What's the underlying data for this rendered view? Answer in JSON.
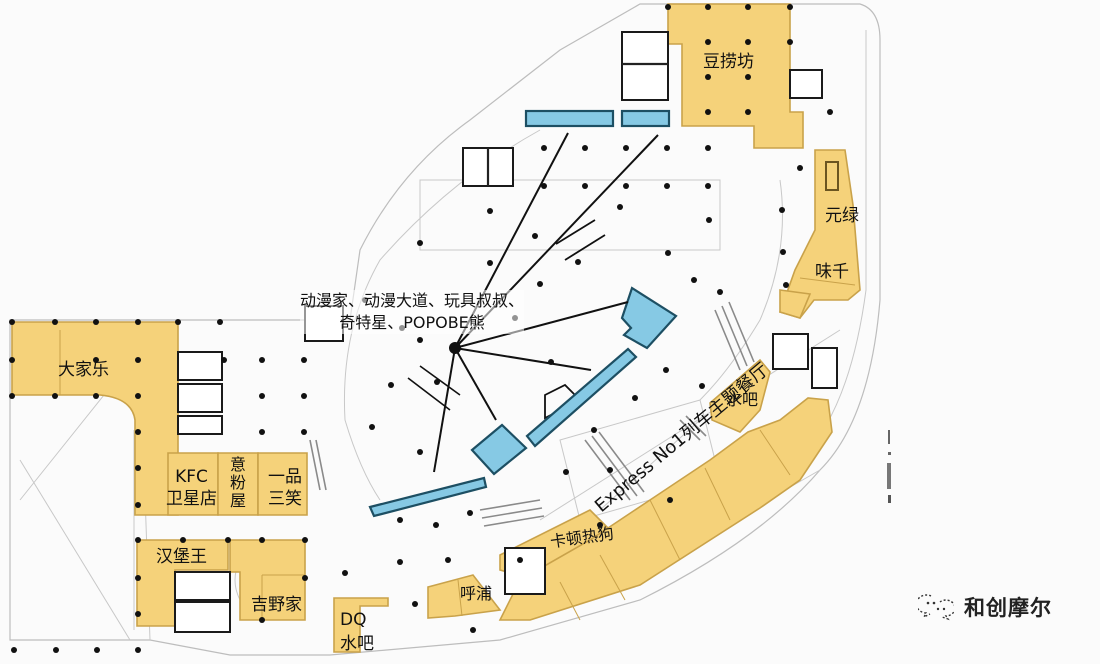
{
  "map": {
    "type": "shopping mall floor plan",
    "colors": {
      "anchor_store_fill": "#f5d27a",
      "anchor_store_stroke": "#c9a24a",
      "kiosk_fill": "#86c9e4",
      "kiosk_stroke": "#1d4f63",
      "background": "#fbfbfb"
    },
    "annotation": {
      "line1": "动漫家、动漫大道、玩具叔叔、",
      "line2": "奇特星、POPOBE熊"
    },
    "stores": [
      {
        "id": "doulaofang",
        "name": "豆捞坊"
      },
      {
        "id": "yuanlu",
        "name": "元绿"
      },
      {
        "id": "weiqian",
        "name": "味千"
      },
      {
        "id": "dajiale",
        "name": "大家乐"
      },
      {
        "id": "kfc",
        "name": "KFC",
        "name_line2": "卫星店"
      },
      {
        "id": "yifenwu",
        "name": "意粉屋"
      },
      {
        "id": "yipinsanxiao",
        "name": "一品",
        "name_line2": "三笑"
      },
      {
        "id": "hanbaowang",
        "name": "汉堡王"
      },
      {
        "id": "jiyejia",
        "name": "吉野家"
      },
      {
        "id": "dq",
        "name": "DQ",
        "name_line2": "水吧"
      },
      {
        "id": "hupu",
        "name": "呼浦"
      },
      {
        "id": "kadunrego",
        "name": "卡顿热狗"
      },
      {
        "id": "express",
        "name": "Express No1列车主题餐厅"
      },
      {
        "id": "shuiba",
        "name": "水吧"
      }
    ],
    "side_marks": "- - ·  |||  ."
  },
  "watermark": {
    "icon": "wechat-logo-icon",
    "text": "和创摩尔"
  }
}
